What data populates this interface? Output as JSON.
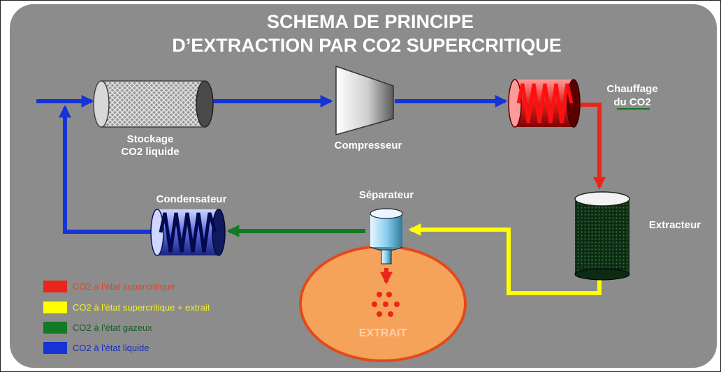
{
  "diagram": {
    "title_line1": "SCHEMA DE PRINCIPE",
    "title_line2": "D’EXTRACTION PAR CO2 SUPERCRITIQUE",
    "labels": {
      "stockage_1": "Stockage",
      "stockage_2": "CO2 liquide",
      "compresseur": "Compresseur",
      "chauffage_1": "Chauffage",
      "chauffage_2": "du CO2",
      "extracteur": "Extracteur",
      "separateur": "Séparateur",
      "condensateur": "Condensateur",
      "extrait": "EXTRAIT"
    },
    "legend": [
      {
        "label": "CO2 à l'état supercritique",
        "color": "#e8261c",
        "text_color": "#e8421f"
      },
      {
        "label": "CO2 à l'état supercritique + extrait",
        "color": "#ffff00",
        "text_color": "#f4ee2a"
      },
      {
        "label": "CO2 à l'état gazeux",
        "color": "#127a25",
        "text_color": "#1a5c26"
      },
      {
        "label": "CO2 à l'état liquide",
        "color": "#1533d6",
        "text_color": "#1a2fb8"
      }
    ],
    "colors": {
      "background": "#8c8c8c",
      "liquid": "#1533d6",
      "supercritical": "#e8261c",
      "supercritical_extract": "#ffff00",
      "gas": "#127a25",
      "extract_pool": "#f5a25a",
      "extract_border": "#e24a1a"
    }
  }
}
